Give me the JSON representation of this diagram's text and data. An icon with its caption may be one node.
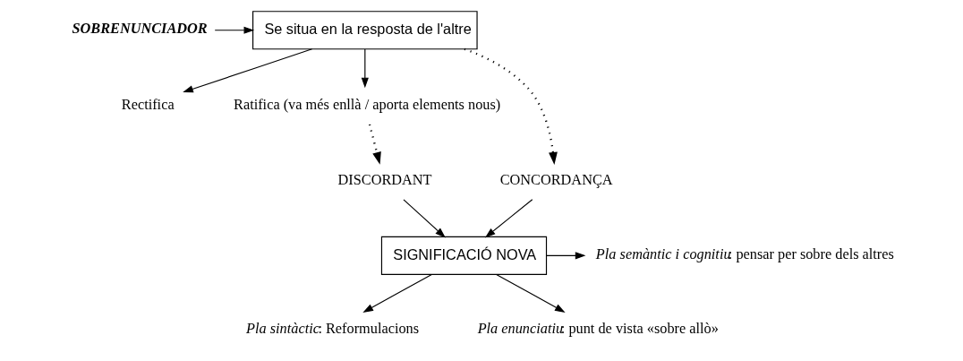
{
  "diagram": {
    "nodes": [
      {
        "text": [
          "SOBRENUNCIADOR"
        ]
      },
      {
        "text": [
          "Se situa en la resposta de l'altre"
        ]
      },
      {
        "text": [
          "Rectifica"
        ]
      },
      {
        "text": [
          "Ratifica (va més enllà / aporta elements nous)"
        ]
      },
      {
        "text": [
          "CONCORDANÇA"
        ]
      },
      {
        "text": [
          "DISCORDANT"
        ]
      },
      {
        "text": [
          "SIGNIFICACIÓ NOVA"
        ]
      },
      {
        "text": [
          "*Pla sintàctic*: Reformulacions"
        ]
      },
      {
        "text": [
          "*Pla semàntic i cognitiu*: pensar per sobre dels altres"
        ]
      },
      {
        "text": [
          "*Pla enunciatiu*: punt de vista «sobre allò»"
        ]
      }
    ],
    "edges": [
      {
        "from": 0,
        "to": 1,
        "arrow": "to"
      },
      {
        "from": 1,
        "to": 2,
        "arrow": "to"
      },
      {
        "from": 1,
        "to": 3,
        "arrow": "to"
      },
      {
        "from": 1,
        "to": 4,
        "arrow": "to",
        "style": "dashed"
      },
      {
        "from": 3,
        "to": 5,
        "arrow": "to",
        "style": "dashed"
      },
      {
        "from": 4,
        "to": 6,
        "arrow": "to"
      },
      {
        "from": 5,
        "to": 6,
        "arrow": "to"
      },
      {
        "from": 6,
        "to": 7,
        "arrow": "to"
      },
      {
        "from": 6,
        "to": 8,
        "arrow": "to"
      },
      {
        "from": 6,
        "to": 9,
        "arrow": "to"
      }
    ]
  }
}
